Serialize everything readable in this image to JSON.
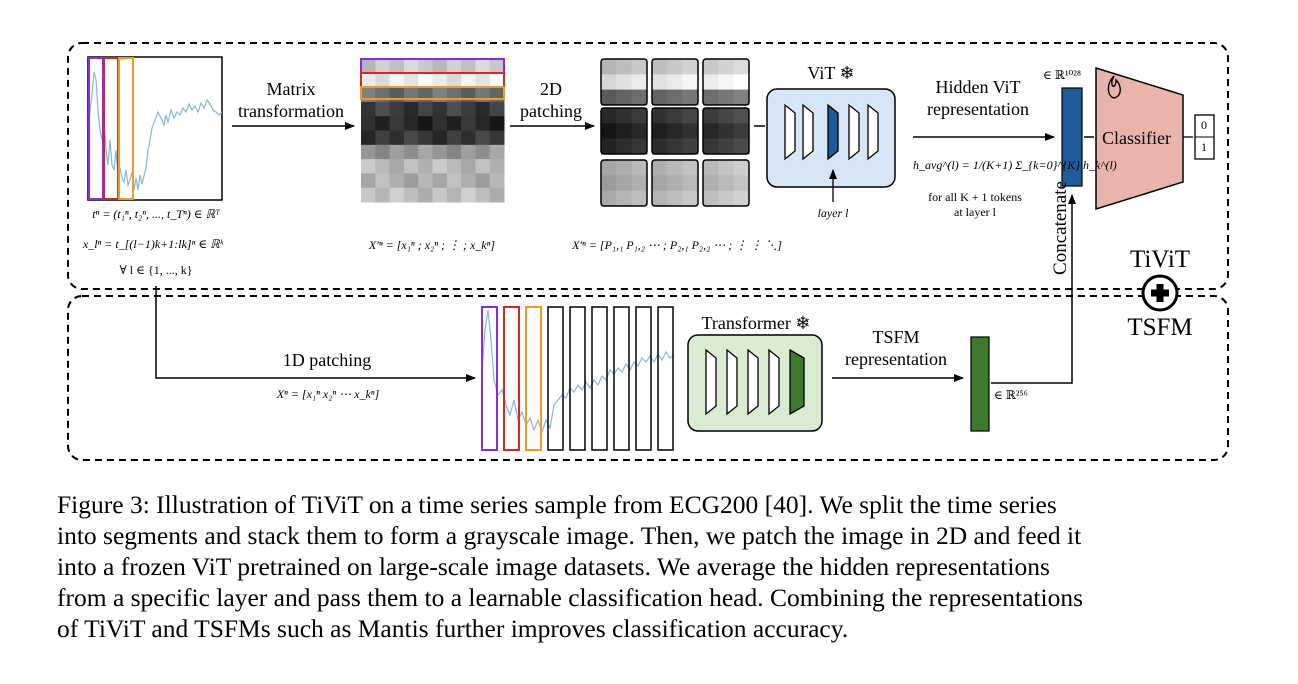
{
  "labels": {
    "matrix_transformation": [
      "Matrix",
      "transformation"
    ],
    "patching_2d": [
      "2D",
      "patching"
    ],
    "vit": "ViT",
    "snowflake_glyph": "❄",
    "hidden_vit": [
      "Hidden ViT",
      "representation"
    ],
    "layer": "layer l",
    "classifier": "Classifier",
    "output_values": [
      "0",
      "1"
    ],
    "dim_vit": "∈ ℝ¹⁰²⁸",
    "havg_formula": "h_avg^(l) = 1/(K+1) Σ_{k=0}^{K} h_k^(l)",
    "tokens_note": [
      "for all K + 1 tokens",
      "at layer l"
    ],
    "t_def": "tⁿ = (t₁ⁿ, t₂ⁿ, ..., t_Tⁿ) ∈ ℝᵀ",
    "x_def": "x_lⁿ = t_[(l−1)k+1:lk]ⁿ ∈ ℝᵏ",
    "forall": "∀ l ∈ {1, ..., k}",
    "xprime_matrix": "X′ⁿ = [x₁ⁿ ; x₂ⁿ ; ⋮ ; x_kⁿ]",
    "xprime_patches": "X′ⁿ = [P₁,₁ P₁,₂ ⋯ ; P₂,₁ P₂,₂ ⋯ ; ⋮ ⋮ ⋱]",
    "patching_1d": "1D patching",
    "x_1d": "Xⁿ = [x₁ⁿ  x₂ⁿ  ⋯  x_kⁿ]",
    "transformer": "Transformer",
    "tsfm_rep": [
      "TSFM",
      "representation"
    ],
    "dim_tsfm": "∈ ℝ²⁵⁶",
    "concatenate": "Concatenate",
    "tivit": "TiViT",
    "tsfm": "TSFM"
  },
  "colors": {
    "purple": "#8a2be2",
    "red": "#d62728",
    "orange": "#f29a1f",
    "vit_fill": "#d6e6f7",
    "vit_accent": "#1f5c99",
    "tsfm_fill": "#d9ecd2",
    "tsfm_accent": "#3d7a2e",
    "classifier_fill": "#e8b4ab",
    "series_line": "#8ab6d6"
  },
  "caption": [
    "Figure 3: Illustration of TiViT on a time series sample from ECG200 [40]. We split the time series",
    "into segments and stack them to form a grayscale image. Then, we patch the image in 2D and feed it",
    "into a frozen ViT pretrained on large-scale image datasets. We average the hidden representations",
    "from a specific layer and pass them to a learnable classification head. Combining the representations",
    "of TiViT and TSFMs such as Mantis further improves classification accuracy."
  ]
}
